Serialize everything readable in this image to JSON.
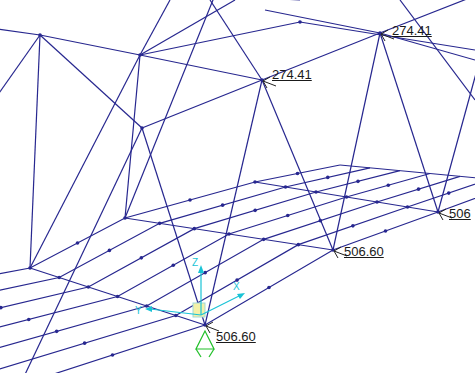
{
  "diagram": {
    "labels": [
      "274.41",
      "274.41",
      "506",
      "506.60",
      "506.60",
      "Z",
      "Y",
      "X"
    ]
  }
}
